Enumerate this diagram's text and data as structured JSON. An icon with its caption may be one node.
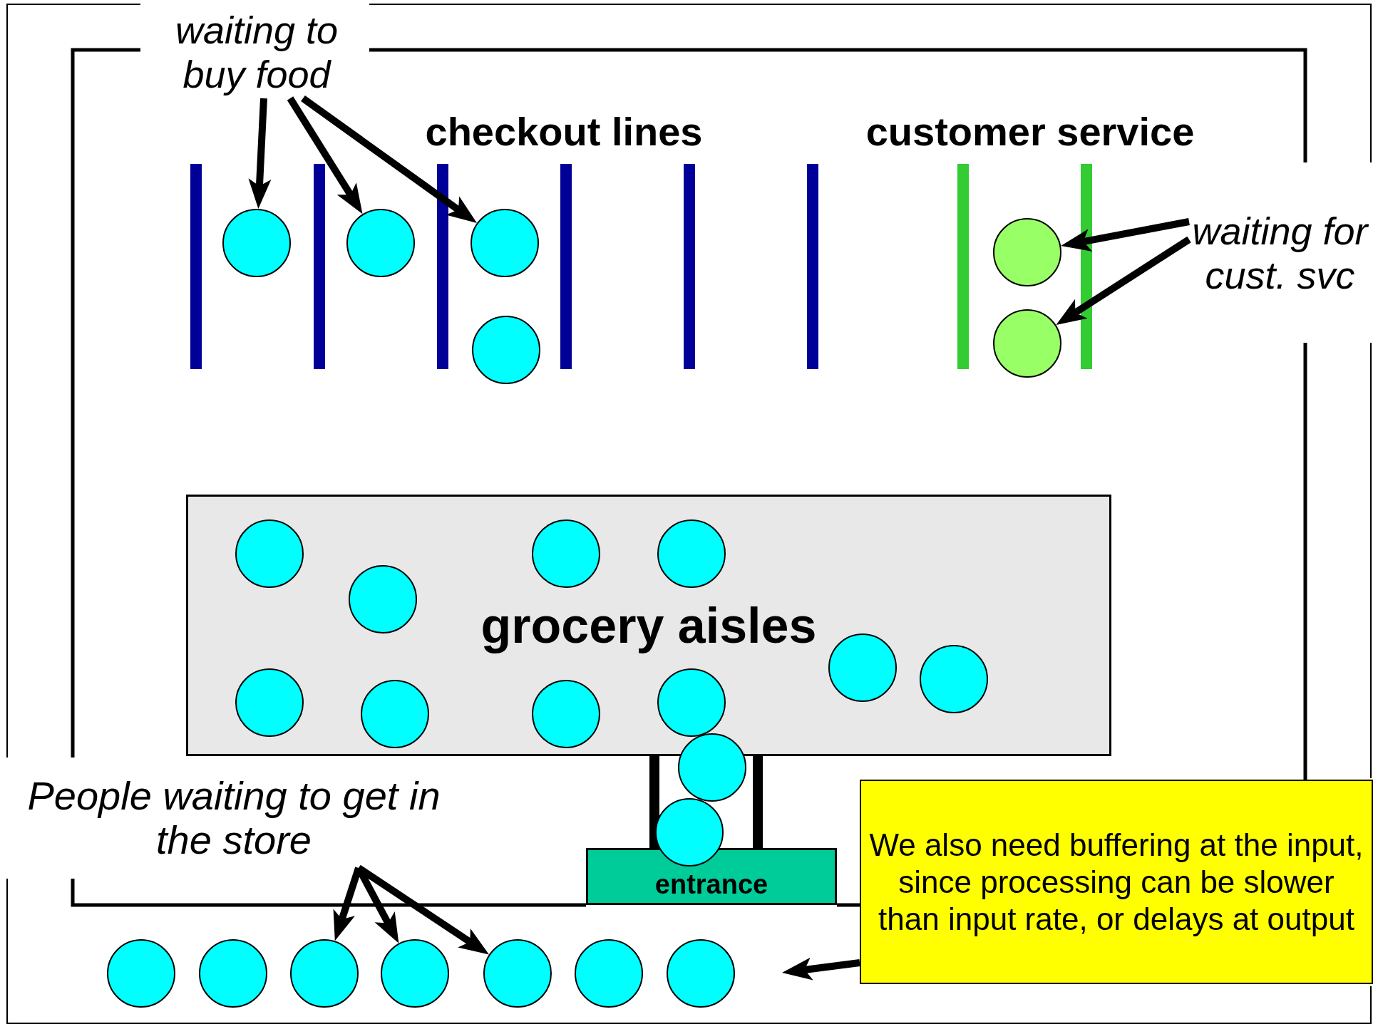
{
  "diagram": {
    "nodes": [
      {
        "text": [
          "waiting to buy food"
        ]
      },
      {
        "text": [],
        "shape": "circle"
      },
      {
        "text": [],
        "shape": "circle"
      },
      {
        "text": [],
        "shape": "circle"
      },
      {
        "text": [
          "waiting for cust. svc"
        ]
      },
      {
        "text": [],
        "shape": "circle"
      },
      {
        "text": [],
        "shape": "circle"
      },
      {
        "text": [],
        "shape": "circle"
      },
      {
        "text": [
          "grocery aisles"
        ]
      },
      {
        "text": [],
        "shape": "circle",
        "in": 8
      },
      {
        "text": [],
        "shape": "circle",
        "in": 8
      },
      {
        "text": [],
        "shape": "circle",
        "in": 8
      },
      {
        "text": [],
        "shape": "circle",
        "in": 8
      },
      {
        "text": [],
        "shape": "circle",
        "in": 8
      },
      {
        "text": [],
        "shape": "circle",
        "in": 8
      },
      {
        "text": [],
        "shape": "circle",
        "in": 8
      },
      {
        "text": [],
        "shape": "circle",
        "in": 8
      },
      {
        "text": [],
        "shape": "circle",
        "in": 8
      },
      {
        "text": [],
        "shape": "circle",
        "in": 8
      },
      {
        "text": [],
        "shape": "circle"
      },
      {
        "text": [
          "People waiting to get in the store"
        ]
      },
      {
        "text": [
          "We also need buffering at the input, since processing can be slower than input rate, or delays at output"
        ]
      },
      {
        "text": [],
        "shape": "circle"
      },
      {
        "text": [
          "entrance"
        ]
      },
      {
        "text": [],
        "shape": "circle"
      },
      {
        "text": [],
        "shape": "circle"
      },
      {
        "text": [],
        "shape": "circle"
      },
      {
        "text": [],
        "shape": "circle"
      },
      {
        "text": [],
        "shape": "circle"
      },
      {
        "text": [],
        "shape": "circle"
      },
      {
        "text": [],
        "shape": "circle"
      }
    ],
    "edges": [
      {
        "from": 0,
        "to": 1,
        "arrow": "to"
      },
      {
        "from": 0,
        "to": 2,
        "arrow": "to"
      },
      {
        "from": 0,
        "to": 3,
        "arrow": "to"
      },
      {
        "from": 4,
        "to": 5,
        "arrow": "to"
      },
      {
        "from": 4,
        "to": 7,
        "arrow": "to"
      },
      {
        "from": 20,
        "to": 26,
        "arrow": "to"
      },
      {
        "from": 20,
        "to": 27,
        "arrow": "to"
      },
      {
        "from": 20,
        "to": 28,
        "arrow": "to"
      },
      {
        "from": 21,
        "to": null,
        "arrow": "to"
      }
    ],
    "labels": [
      "checkout lines",
      "customer service"
    ]
  }
}
